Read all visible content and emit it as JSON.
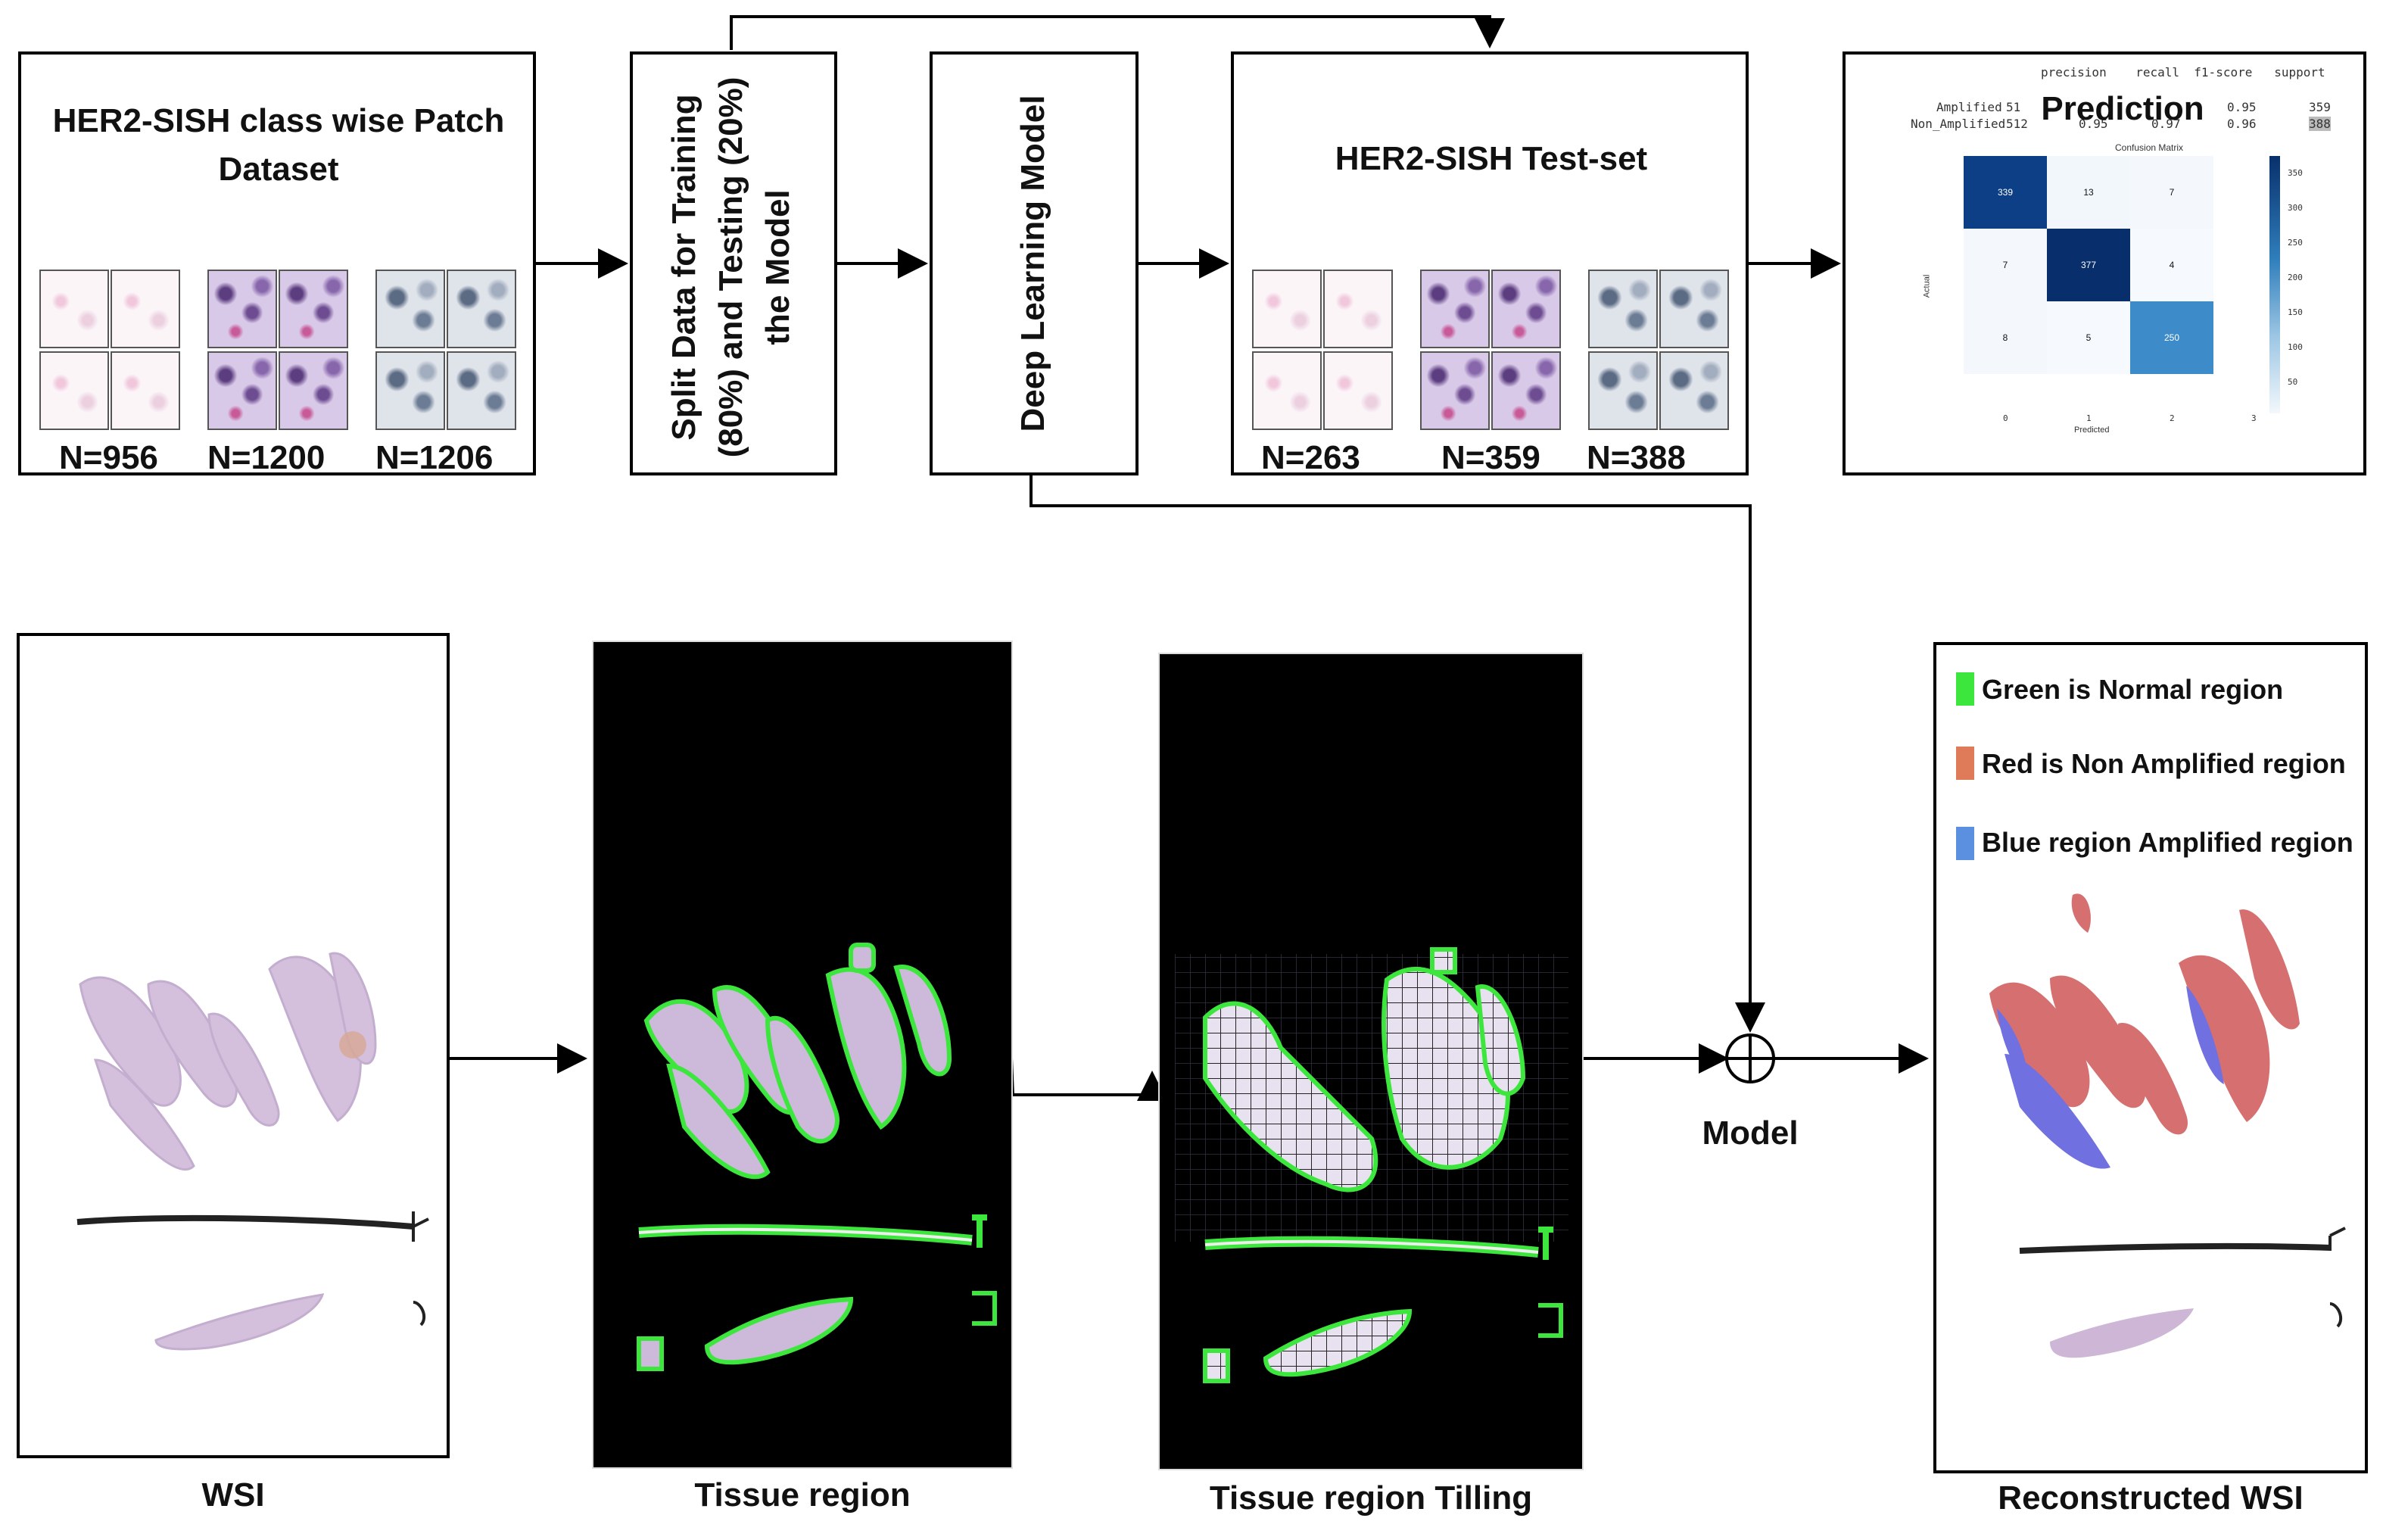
{
  "top": {
    "dataset_box": {
      "title": "HER2-SISH class wise Patch Dataset",
      "counts": [
        "N=956",
        "N=1200",
        "N=1206"
      ]
    },
    "split_box": {
      "text": "Split Data for Training (80%) and Testing (20%) the Model"
    },
    "model_box": {
      "text": "Deep Learning Model"
    },
    "testset_box": {
      "title": "HER2-SISH Test-set",
      "counts": [
        "N=263",
        "N=359",
        "N=388"
      ]
    },
    "prediction_box": {
      "title": "Prediction",
      "report_header": "precision    recall  f1-score   support",
      "report_rows": [
        {
          "label": "Amplified",
          "precision": "51",
          "f1": "0.95",
          "support": "359"
        },
        {
          "label": "Non_Amplified",
          "precision": "512",
          "recall": "0.95",
          "recall2": "0.97",
          "f1": "0.96",
          "support": "388"
        }
      ],
      "cm_title": "Confusion Matrix",
      "cm_values": [
        [
          "339",
          "13",
          "7"
        ],
        [
          "7",
          "377",
          "4"
        ],
        [
          "8",
          "5",
          "250"
        ]
      ],
      "cm_xlabel": "Predicted",
      "cm_ylabel": "Actual",
      "cm_xticks": [
        "0",
        "1",
        "2",
        "3"
      ],
      "cm_colorbar_ticks": [
        "350",
        "300",
        "250",
        "200",
        "150",
        "100",
        "50"
      ],
      "colors": {
        "dark": "#0d3f86",
        "mid": "#3d8cc9",
        "light": "#dce9f6"
      }
    }
  },
  "bottom": {
    "wsi_caption": "WSI",
    "tissue_caption": "Tissue region",
    "tilling_caption": "Tissue region Tilling",
    "model_label": "Model",
    "reconstructed_caption": "Reconstructed WSI",
    "legend": [
      {
        "text": "Green is Normal  region",
        "color": "#3de63d"
      },
      {
        "text": "Red is Non Amplified  region",
        "color": "#e07b5a"
      },
      {
        "text": "Blue region Amplified region",
        "color": "#5b8fe0"
      }
    ]
  }
}
